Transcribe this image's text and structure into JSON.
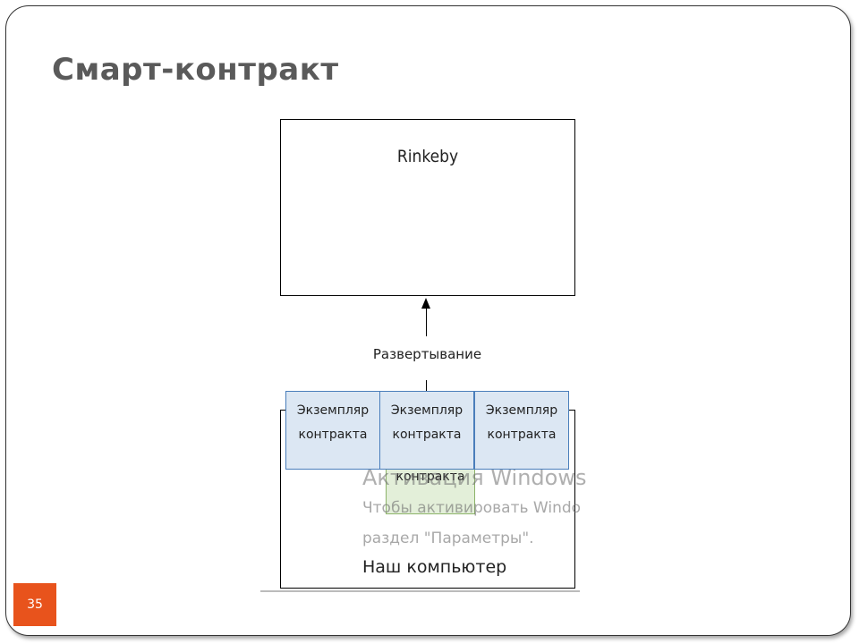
{
  "slide": {
    "title": "Смарт-контракт",
    "page_number": "35",
    "accent_color": "#e8531c"
  },
  "diagram": {
    "network_box_label": "Rinkeby",
    "arrow_label": "Развертывание",
    "contract_instances": [
      {
        "line1": "Экземпляр",
        "line2": "контракта"
      },
      {
        "line1": "Экземпляр",
        "line2": "контракта"
      },
      {
        "line1": "Экземпляр",
        "line2": "контракта"
      }
    ],
    "contract_fill": "#dce7f3",
    "contract_border": "#4a7ebb",
    "green_block_label": "контракта",
    "computer_box_label": "Наш компьютер"
  },
  "watermark": {
    "line1": "Активация Windows",
    "line2": "Чтобы активировать Windows",
    "line3": "раздел \"Параметры\"."
  }
}
